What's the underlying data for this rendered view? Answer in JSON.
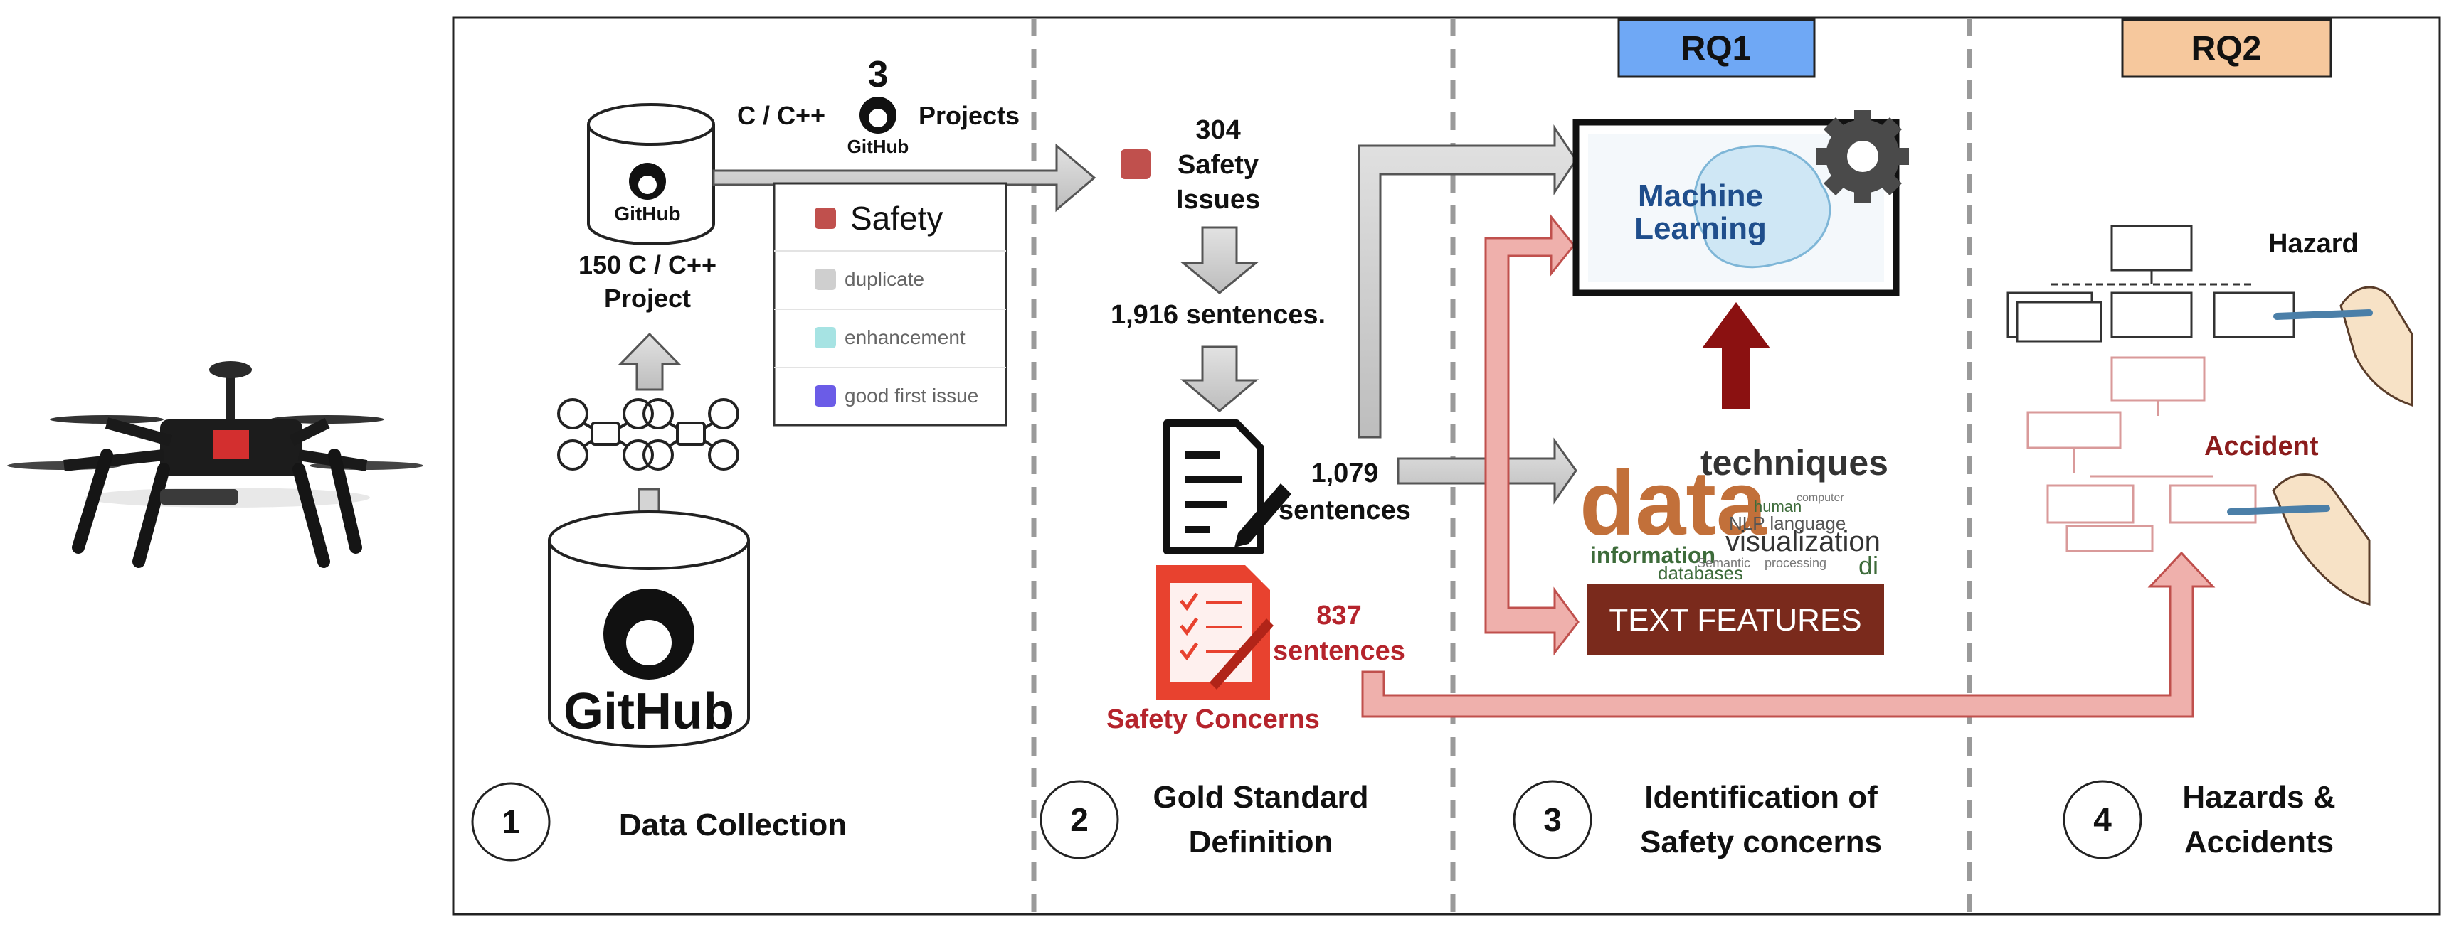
{
  "rq": [
    {
      "label": "RQ1",
      "color": "#6fa8f5"
    },
    {
      "label": "RQ2",
      "color": "#f6c89d"
    }
  ],
  "collection": {
    "project_count": "3",
    "lang_left": "C / C++",
    "lang_right": "Projects",
    "github_small": "GitHub",
    "db_label_line1": "150 C / C++",
    "db_label_line2": "Project",
    "github_big": "GitHub"
  },
  "labels_panel": {
    "items": [
      {
        "text": "Safety",
        "color": "#c0504d"
      },
      {
        "text": "duplicate",
        "color": "#cfcfcf"
      },
      {
        "text": "enhancement",
        "color": "#a6e3e3"
      },
      {
        "text": "good first issue",
        "color": "#6b5ce7"
      }
    ]
  },
  "gold": {
    "issues_count": "304",
    "issues_line1": "Safety",
    "issues_line2": "Issues",
    "sentences_total": "1,916 sentences.",
    "sentences_mid_num": "1,079",
    "sentences_mid_label": "sentences",
    "sentences_red_num": "837",
    "sentences_red_label": "sentences",
    "concerns_label": "Safety Concerns"
  },
  "ml": {
    "line1": "Machine",
    "line2": "Learning",
    "text_features": "TEXT FEATURES"
  },
  "wordcloud": {
    "big": "data",
    "techniques": "techniques",
    "visualization": "visualization",
    "information": "information",
    "databases": "databases",
    "nlp": "NLP language",
    "human": "human",
    "semantic": "Semantic",
    "processing": "processing",
    "computer": "computer",
    "di": "di"
  },
  "hazards": {
    "hazard": "Hazard",
    "accident": "Accident"
  },
  "steps": [
    {
      "num": "1",
      "line1": "Data Collection",
      "line2": ""
    },
    {
      "num": "2",
      "line1": "Gold Standard",
      "line2": "Definition"
    },
    {
      "num": "3",
      "line1": "Identification of",
      "line2": "Safety concerns"
    },
    {
      "num": "4",
      "line1": "Hazards &",
      "line2": "Accidents"
    }
  ]
}
